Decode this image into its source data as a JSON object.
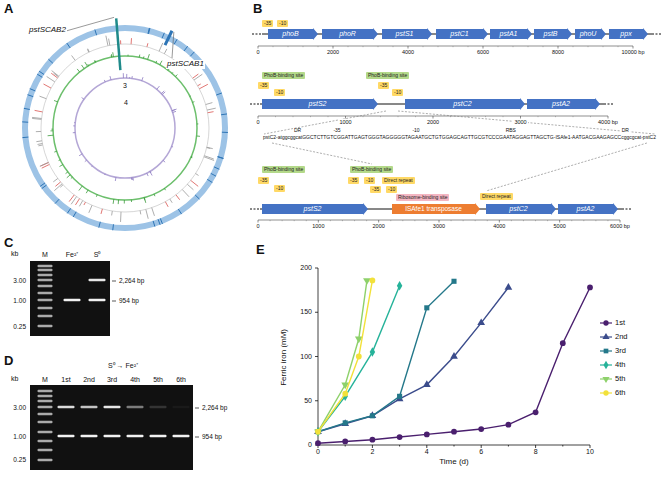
{
  "diagram": {
    "nodes": [
      {
        "text": [
          "-35"
        ]
      },
      {
        "text": [
          "-10"
        ]
      },
      {
        "text": [
          "phoB"
        ]
      },
      {
        "text": [
          "phoR"
        ]
      },
      {
        "text": [
          "pstS1"
        ]
      },
      {
        "text": [
          "pstC1"
        ]
      },
      {
        "text": [
          "pstA1"
        ]
      },
      {
        "text": [
          "pstB"
        ]
      },
      {
        "text": [
          "phoU"
        ]
      },
      {
        "text": [
          "ppx"
        ]
      },
      {
        "text": [
          "PhoB-binding site"
        ]
      },
      {
        "text": [
          "-35"
        ]
      },
      {
        "text": [
          "-10"
        ]
      },
      {
        "text": [
          "PhoB-binding site"
        ]
      },
      {
        "text": [
          "-35"
        ]
      },
      {
        "text": [
          "-10"
        ]
      },
      {
        "text": [
          "pstS2"
        ]
      },
      {
        "text": [
          "pstC2"
        ]
      },
      {
        "text": [
          "pstA2"
        ]
      },
      {
        "text": [
          "PhoB-binding site"
        ]
      },
      {
        "text": [
          "-35"
        ]
      },
      {
        "text": [
          "-10"
        ]
      },
      {
        "text": [
          "PhoB-binding site"
        ]
      },
      {
        "text": [
          "-35"
        ]
      },
      {
        "text": [
          "-10"
        ]
      },
      {
        "text": [
          "Direct repeat"
        ]
      },
      {
        "text": [
          "-35"
        ]
      },
      {
        "text": [
          "-10"
        ]
      },
      {
        "text": [
          "Ribosome-binding site"
        ]
      },
      {
        "text": [
          "Direct repeat"
        ]
      },
      {
        "text": [
          "pstS2"
        ]
      },
      {
        "text": [
          "ISAfe1 transposase"
        ]
      },
      {
        "text": [
          "pstC2"
        ]
      },
      {
        "text": [
          "pstA2"
        ]
      }
    ],
    "labels": [
      "A",
      "pstSCAB2",
      "pstSCAB1",
      "3",
      "4",
      "B",
      "0",
      "2000",
      "4000",
      "6000",
      "8000",
      "10000 bp",
      "0",
      "1000",
      "2000",
      "3000",
      "4000 bp",
      "DR",
      "-35",
      "-10",
      "RBS",
      "DR",
      "pstC2-atggcggcatGGCTCTTGTCGGATTGAGTGGGTAGGGGGTAGAATGCTGTGGAGCAGTTGCGTCCCGAATAGGAGTTAGCTG-ISAfe1-AATGACGAAGAGCCcggcgcat-pstC2",
      "0",
      "1000",
      "2000",
      "3000",
      "4000",
      "5000",
      "6000 bp",
      "C",
      "kb",
      "M",
      "Fe²⁺",
      "S⁰",
      "3.00",
      "1.00",
      "0.25",
      "2,264 bp",
      "954 bp",
      "D",
      "kb",
      "M",
      "1st",
      "2nd",
      "3rd",
      "4th",
      "5th",
      "6th",
      "S⁰ → Fe²⁺",
      "3.00",
      "1.00",
      "0.25",
      "2,264 bp",
      "954 bp",
      "E",
      "Ferric iron (mM)",
      "Time (d)",
      "0",
      "50",
      "100",
      "150",
      "200",
      "0",
      "2",
      "4",
      "6",
      "8",
      "10"
    ],
    "legend": [
      {
        "text": "1st",
        "color": "#4a1f6e"
      },
      {
        "text": "2nd",
        "color": "#3b4c8c"
      },
      {
        "text": "3rd",
        "color": "#24788a"
      },
      {
        "text": "4th",
        "color": "#26b39a"
      },
      {
        "text": "5th",
        "color": "#8ed16b"
      },
      {
        "text": "6th",
        "color": "#f2e13a"
      }
    ]
  }
}
